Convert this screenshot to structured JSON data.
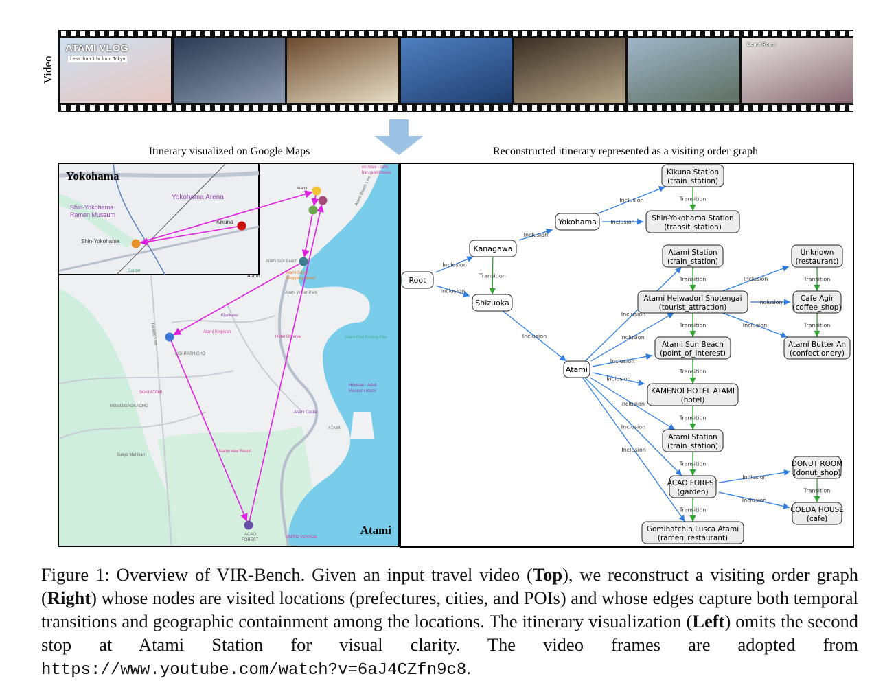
{
  "video_label": "Video",
  "frames": [
    {
      "name": "vlog-title",
      "colors": [
        "#cfe0ee",
        "#e6c7c2"
      ],
      "title": "ATAMI VLOG",
      "subtitle": "Less than 1 hr from Tokyo"
    },
    {
      "name": "train-interior",
      "colors": [
        "#2b3a52",
        "#8e9bb0"
      ]
    },
    {
      "name": "bakery-sign",
      "colors": [
        "#6b4a2e",
        "#e9dfc8"
      ]
    },
    {
      "name": "pier-sea",
      "colors": [
        "#4f7fbf",
        "#1f3e6e"
      ]
    },
    {
      "name": "hotpot-food",
      "colors": [
        "#3a2d24",
        "#b9a98a"
      ]
    },
    {
      "name": "city-view",
      "colors": [
        "#9fb6c8",
        "#5d6e60"
      ]
    },
    {
      "name": "donut",
      "colors": [
        "#e9e6e4",
        "#8a6a74"
      ],
      "title": "Donut Room"
    }
  ],
  "left_title": "Itinerary visualized on Google Maps",
  "right_title": "Reconstructed itinerary represented as a visiting order graph",
  "map": {
    "inset_label": "Yokohama",
    "main_label": "Atami",
    "labels": {
      "yokohama_arena": "Yokohama Arena",
      "ramen_museum_1": "Shin-Yokohama",
      "ramen_museum_2": "Ramen Museum",
      "shin_yokohama": "Shin-Yokohama",
      "kikuna": "Kikuna",
      "atami_station": "Atami",
      "en_nova": "en nova - cafe,",
      "en_nova_2": "bar, guesthouse",
      "sun_beach": "Atami Sun Beach",
      "garden": "Garden",
      "atami_city": "Atami",
      "ginza_1": "Atami Ginza",
      "ginza_2": "Shopping Street",
      "water_park": "Atami Water Park",
      "kiunkaku": "Kiunkaku",
      "kinjokan": "Atami Kinjokan",
      "ohnoya": "Hotel Ohnoya",
      "fishing_pier": "Atami Port Fishing Pier",
      "koarashicho": "KOARASHICHO",
      "soki": "SOKI ATAMI",
      "momiji": "MOMIJIGAOKACHO",
      "castle": "Atami Castle",
      "hihokan_1": "Hihokan - Adult",
      "hihokan_2": "Museum Atami",
      "atami_area": "ATAMI",
      "view_resort": "Atami-view Resort",
      "sukyo": "Sukyo Mahikari",
      "acao_1": "ACAO",
      "acao_2": "FOREST",
      "umito": "UMITO VOYAGE",
      "beach_line": "Atami Beach Line",
      "tokaido": "Tokaido Line"
    },
    "marker_colors": {
      "kikuna": "#cc1111",
      "shin_yokohama": "#e8922c",
      "atami_station": "#f1c232",
      "green": "#6aa84f",
      "pink": "#a64d79",
      "teal": "#3d7f8f",
      "blue": "#3c78d8",
      "acao": "#674ea7"
    },
    "route_color": "#e020e0"
  },
  "graph": {
    "inclusion_color": "#2f7ee0",
    "transition_color": "#2ea52e",
    "nodes": [
      {
        "id": "root",
        "name": "Root"
      },
      {
        "id": "kanagawa",
        "name": "Kanagawa"
      },
      {
        "id": "shizuoka",
        "name": "Shizuoka"
      },
      {
        "id": "yokohama",
        "name": "Yokohama"
      },
      {
        "id": "kikuna",
        "name": "Kikuna Station",
        "type": "(train_station)"
      },
      {
        "id": "shinyoko",
        "name": "Shin-Yokohama Station",
        "type": "(transit_station)"
      },
      {
        "id": "atami",
        "name": "Atami"
      },
      {
        "id": "atamist1",
        "name": "Atami Station",
        "type": "(train_station)"
      },
      {
        "id": "heiwadori",
        "name": "Atami Heiwadori Shotengai",
        "type": "(tourist_attraction)"
      },
      {
        "id": "unknown",
        "name": "Unknown",
        "type": "(restaurant)"
      },
      {
        "id": "cafeagir",
        "name": "Cafe Agir",
        "type": "(coffee_shop)"
      },
      {
        "id": "butteran",
        "name": "Atami Butter An",
        "type": "(confectionery)"
      },
      {
        "id": "sunbeach",
        "name": "Atami Sun Beach",
        "type": "(point_of_interest)"
      },
      {
        "id": "kamenoi",
        "name": "KAMENOI HOTEL ATAMI",
        "type": "(hotel)"
      },
      {
        "id": "atamist2",
        "name": "Atami Station",
        "type": "(train_station)"
      },
      {
        "id": "acao",
        "name": "ACAO FOREST",
        "type": "(garden)"
      },
      {
        "id": "donut",
        "name": "DONUT ROOM",
        "type": "(donut_shop)"
      },
      {
        "id": "coeda",
        "name": "COEDA HOUSE",
        "type": "(cafe)"
      },
      {
        "id": "gomi",
        "name": "Gomihatchin Lusca Atami",
        "type": "(ramen_restaurant)"
      }
    ],
    "edges": [
      {
        "from": "root",
        "to": "kanagawa",
        "label": "Inclusion"
      },
      {
        "from": "root",
        "to": "shizuoka",
        "label": "Inclusion"
      },
      {
        "from": "kanagawa",
        "to": "shizuoka",
        "label": "Transition"
      },
      {
        "from": "kanagawa",
        "to": "yokohama",
        "label": "Inclusion"
      },
      {
        "from": "yokohama",
        "to": "kikuna",
        "label": "Inclusion"
      },
      {
        "from": "yokohama",
        "to": "shinyoko",
        "label": "Inclusion"
      },
      {
        "from": "kikuna",
        "to": "shinyoko",
        "label": "Transition"
      },
      {
        "from": "shizuoka",
        "to": "atami",
        "label": "Inclusion"
      },
      {
        "from": "atami",
        "to": "atamist1",
        "label": "Inclusion"
      },
      {
        "from": "atami",
        "to": "heiwadori",
        "label": "Inclusion"
      },
      {
        "from": "atami",
        "to": "sunbeach",
        "label": "Inclusion"
      },
      {
        "from": "atami",
        "to": "kamenoi",
        "label": "Inclusion"
      },
      {
        "from": "atami",
        "to": "atamist2",
        "label": "Inclusion"
      },
      {
        "from": "atami",
        "to": "acao",
        "label": "Inclusion"
      },
      {
        "from": "atami",
        "to": "gomi",
        "label": "Inclusion"
      },
      {
        "from": "atamist1",
        "to": "heiwadori",
        "label": "Transition"
      },
      {
        "from": "heiwadori",
        "to": "unknown",
        "label": "Inclusion"
      },
      {
        "from": "heiwadori",
        "to": "cafeagir",
        "label": "Inclusion"
      },
      {
        "from": "heiwadori",
        "to": "butteran",
        "label": "Inclusion"
      },
      {
        "from": "unknown",
        "to": "cafeagir",
        "label": "Transition"
      },
      {
        "from": "cafeagir",
        "to": "butteran",
        "label": "Transition"
      },
      {
        "from": "heiwadori",
        "to": "sunbeach",
        "label": "Transition"
      },
      {
        "from": "sunbeach",
        "to": "kamenoi",
        "label": "Transition"
      },
      {
        "from": "kamenoi",
        "to": "atamist2",
        "label": "Transition"
      },
      {
        "from": "atamist2",
        "to": "acao",
        "label": "Transition"
      },
      {
        "from": "acao",
        "to": "donut",
        "label": "Inclusion"
      },
      {
        "from": "acao",
        "to": "coeda",
        "label": "Inclusion"
      },
      {
        "from": "donut",
        "to": "coeda",
        "label": "Transition"
      },
      {
        "from": "acao",
        "to": "gomi",
        "label": "Transition"
      }
    ]
  },
  "caption": {
    "p1": "Figure 1: Overview of VIR-Bench. Given an input travel video (",
    "b1": "Top",
    "p2": "), we reconstruct a visiting order graph (",
    "b2": "Right",
    "p3": ") whose nodes are visited locations (prefectures, cities, and POIs) and whose edges capture both temporal transitions and geographic containment among the locations. The itinerary visualization (",
    "b3": "Left",
    "p4": ") omits the second stop at Atami Station for visual clarity. The video frames are adopted from ",
    "url": "https://www.youtube.com/watch?v=6aJ4CZfn9c8",
    "p5": "."
  }
}
